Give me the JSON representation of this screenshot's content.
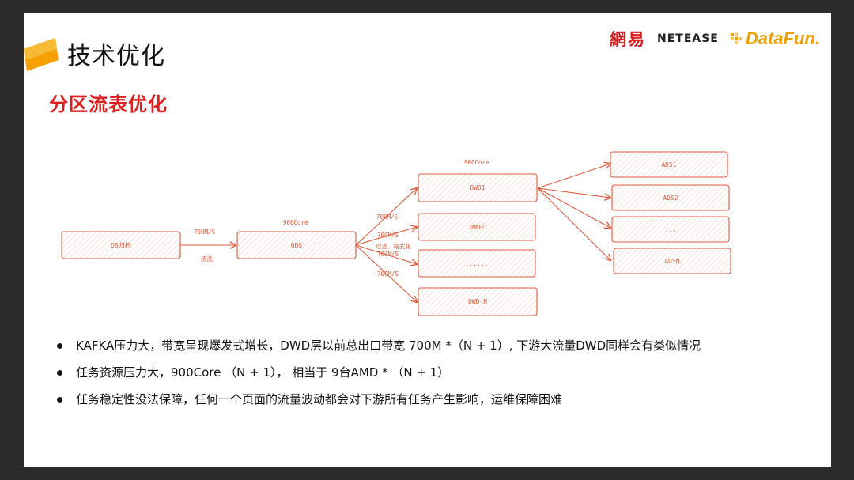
{
  "slide": {
    "title": "技术优化",
    "subtitle": "分区流表优化",
    "logos": {
      "netease_cn": "網易",
      "netease_en": "NETEASE",
      "datafun": "DataFun."
    },
    "accent_color": "#f5a000",
    "diagram_color": "#e05a3a"
  },
  "diagram": {
    "nodes": {
      "source": "DS归档",
      "ods": "ODS",
      "dwd1": "DWD1",
      "dwd2": "DWD2",
      "dwd_more": "......",
      "dwdn": "DWD-N",
      "ads1": "ADS1",
      "ads2": "ADS2",
      "ads_more": "...",
      "adsn": "ADSN"
    },
    "edge_labels": {
      "src_to_ods": "700M/S",
      "clean": "清洗",
      "ods_core": "900Core",
      "dwd1_core": "900Core",
      "to_dwd1": "700M/S",
      "to_dwd2": "700M/S",
      "filter_format": "过滤、格式化",
      "to_dwd_more": "700M/S",
      "to_dwdn": "700M/S"
    }
  },
  "bullets": [
    "KAFKA压力大，带宽呈现爆发式增长，DWD层以前总出口带宽 700M *（N + 1）, 下游大流量DWD同样会有类似情况",
    "任务资源压力大，900Core （N + 1）， 相当于 9台AMD * （N + 1）",
    "任务稳定性没法保障，任何一个页面的流量波动都会对下游所有任务产生影响，运维保障困难"
  ]
}
